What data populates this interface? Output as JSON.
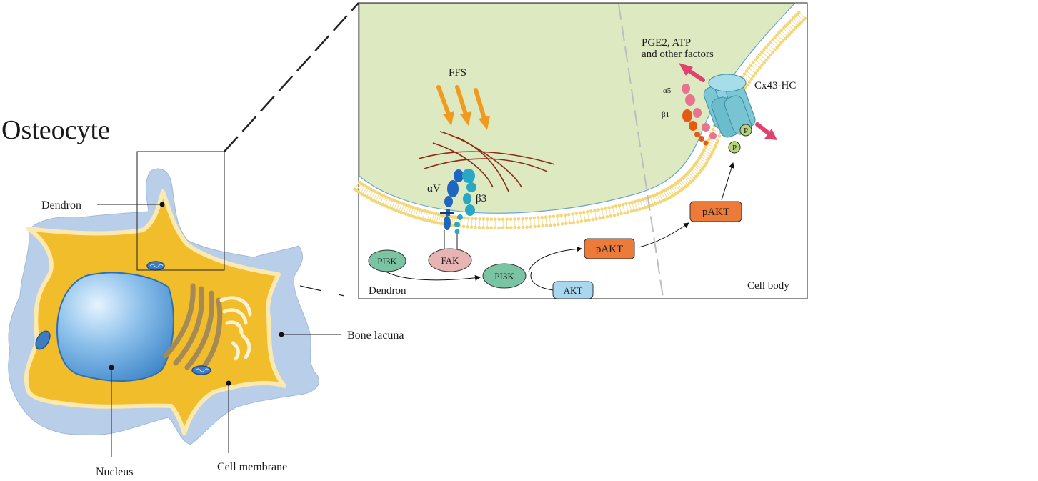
{
  "title": "Osteocyte",
  "labels": {
    "dendron": "Dendron",
    "bone_lacuna": "Bone lacuna",
    "nucleus": "Nucleus",
    "cell_membrane": "Cell membrane"
  },
  "inset": {
    "ffs": "FFS",
    "factors_line1": "PGE2, ATP",
    "factors_line2": "and other factors",
    "cx43": "Cx43-HC",
    "alpha5": "α5",
    "beta1": "β1",
    "alphaV": "αV",
    "beta3": "β3",
    "p": "P",
    "pi3k": "PI3K",
    "fak": "FAK",
    "akt": "AKT",
    "pakt": "pAKT",
    "dendron": "Dendron",
    "cell_body": "Cell body"
  },
  "colors": {
    "lacuna": "#b9cfe9",
    "cytoplasm": "#f2bd2b",
    "membrane": "#fbe9b0",
    "nucleus": "#5d9fd8",
    "inset_bg": "#dde9c0",
    "ffs_arrow": "#f29a1e",
    "efflux_arrow": "#e2406d",
    "connexin": "#7cc7d6",
    "pakt_box": "#ec7a38",
    "pi3k_ellipse": "#7bc4a3",
    "fak_ellipse": "#e7b4b3",
    "akt_box": "#a8d7ee"
  }
}
